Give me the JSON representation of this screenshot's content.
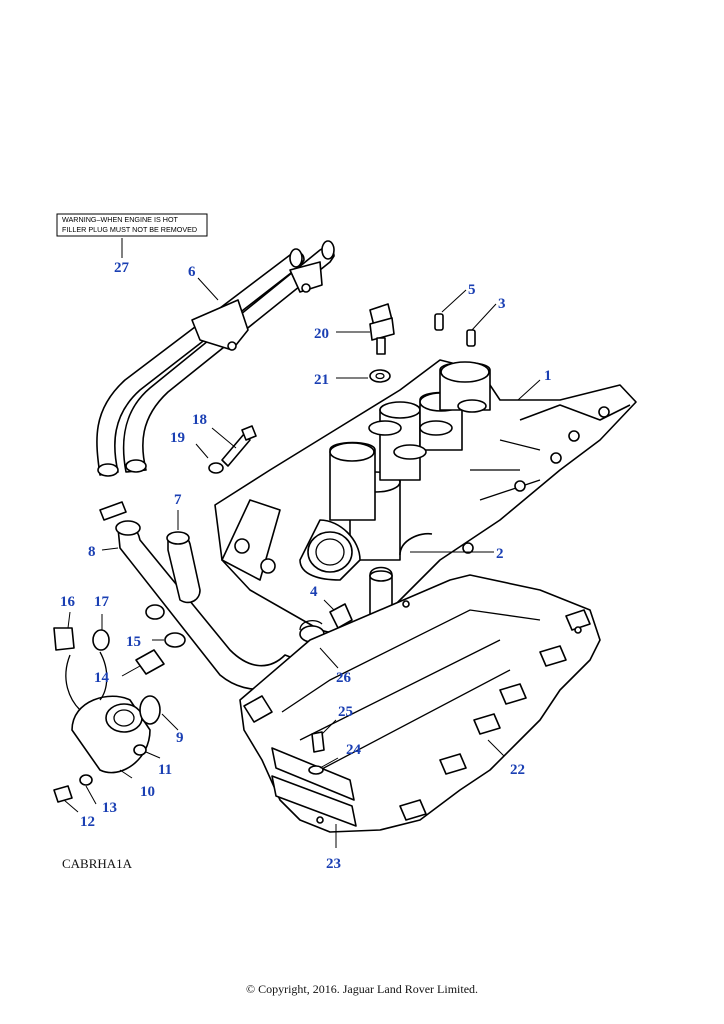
{
  "warning_label": {
    "line1": "WARNING–WHEN ENGINE IS HOT",
    "line2": "FILLER PLUG MUST NOT BE REMOVED"
  },
  "callouts": [
    "1",
    "2",
    "3",
    "4",
    "5",
    "6",
    "7",
    "8",
    "9",
    "10",
    "11",
    "12",
    "13",
    "14",
    "15",
    "16",
    "17",
    "18",
    "19",
    "20",
    "21",
    "22",
    "23",
    "24",
    "25",
    "26",
    "27"
  ],
  "reference_code": "CABRHA1A",
  "copyright": "© Copyright, 2016. Jaguar Land Rover Limited.",
  "colors": {
    "callout": "#1a3fb3",
    "linework": "#000000",
    "background": "#ffffff"
  }
}
